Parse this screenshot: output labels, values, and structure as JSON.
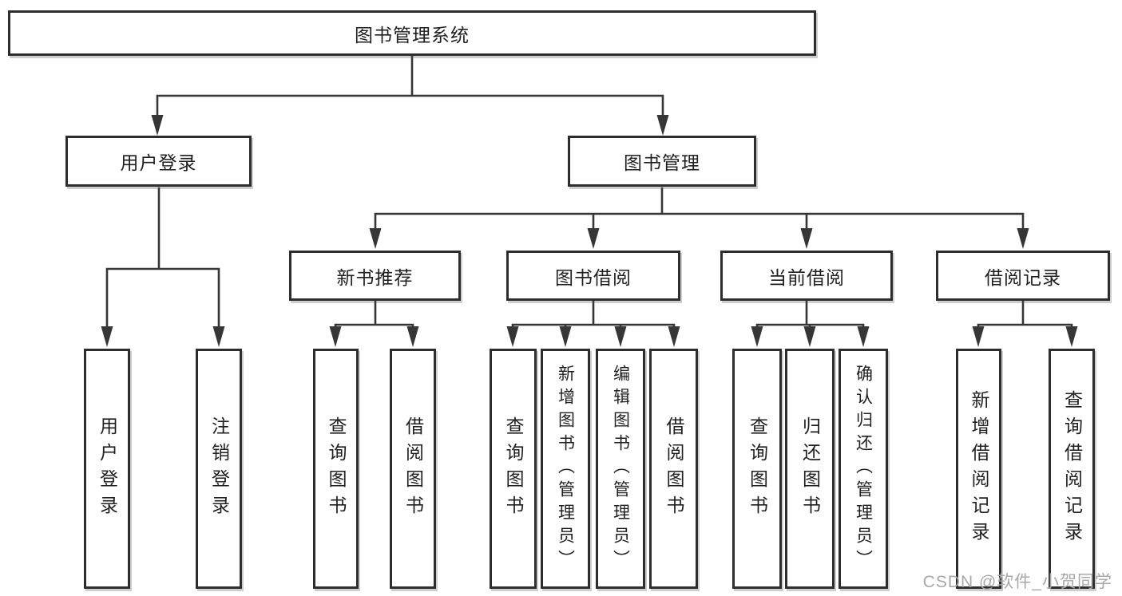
{
  "tree": {
    "label": "图书管理系统",
    "children": [
      {
        "label": "用户登录",
        "children": [
          {
            "label": "用户登录"
          },
          {
            "label": "注销登录"
          }
        ]
      },
      {
        "label": "图书管理",
        "children": [
          {
            "label": "新书推荐",
            "children": [
              {
                "label": "查询图书"
              },
              {
                "label": "借阅图书"
              }
            ]
          },
          {
            "label": "图书借阅",
            "children": [
              {
                "label": "查询图书"
              },
              {
                "label": "新增图书（管理员）"
              },
              {
                "label": "编辑图书（管理员）"
              },
              {
                "label": "借阅图书"
              }
            ]
          },
          {
            "label": "当前借阅",
            "children": [
              {
                "label": "查询图书"
              },
              {
                "label": "归还图书"
              },
              {
                "label": "确认归还（管理员）"
              }
            ]
          },
          {
            "label": "借阅记录",
            "children": [
              {
                "label": "新增借阅记录"
              },
              {
                "label": "查询借阅记录"
              }
            ]
          }
        ]
      }
    ]
  },
  "watermark": {
    "text": "CSDN @软件_小贺同学"
  },
  "colors": {
    "line_color": "#363636",
    "border_color": "#2d2d2d",
    "box_fill": "#ffffff",
    "text_color": "#1f1f1f",
    "watermark_color": "#a8a8a8",
    "bg_color": "#ffffff"
  }
}
